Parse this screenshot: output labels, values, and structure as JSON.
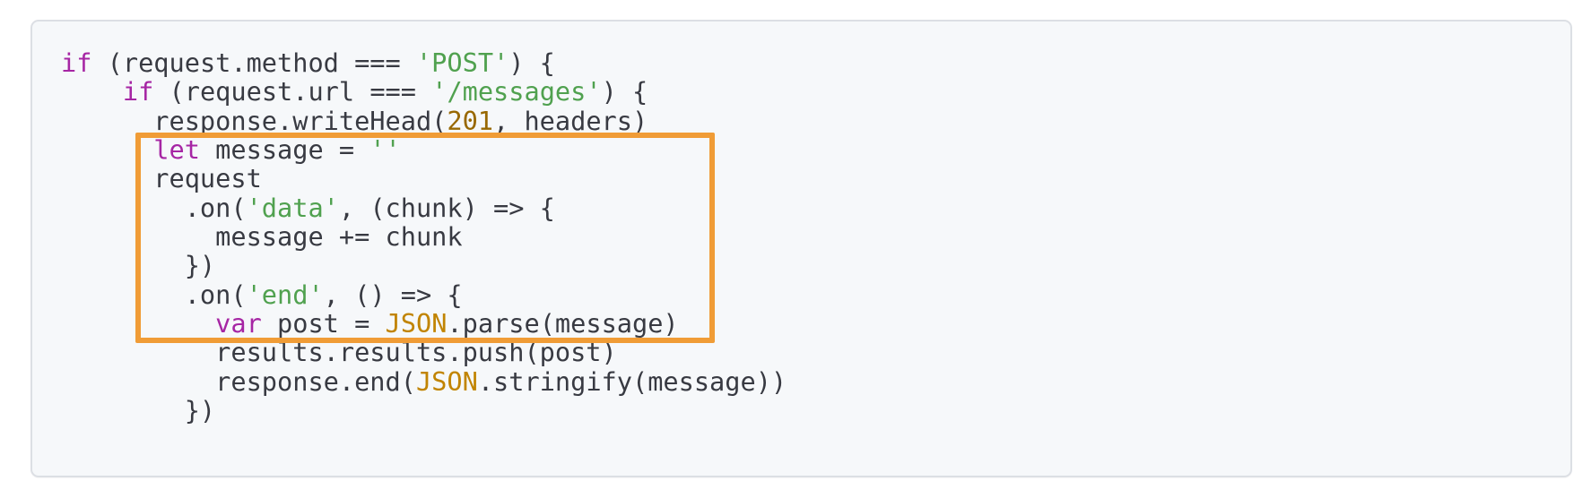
{
  "page": {
    "background": "#ffffff"
  },
  "code_block": {
    "language": "javascript",
    "background": "#f6f8fa",
    "border_color": "#dcdfe4",
    "palette": {
      "keyword": "#a626a4",
      "string": "#50a14f",
      "number": "#986801",
      "class": "#c18401",
      "plain": "#383a42"
    },
    "lines": [
      [
        {
          "type": "keyword",
          "text": "if"
        },
        {
          "type": "plain",
          "text": " (request.method === "
        },
        {
          "type": "string",
          "text": "'POST'"
        },
        {
          "type": "plain",
          "text": ") {"
        }
      ],
      [
        {
          "type": "plain",
          "text": "    "
        },
        {
          "type": "keyword",
          "text": "if"
        },
        {
          "type": "plain",
          "text": " (request.url === "
        },
        {
          "type": "string",
          "text": "'/messages'"
        },
        {
          "type": "plain",
          "text": ") {"
        }
      ],
      [
        {
          "type": "plain",
          "text": "      response.writeHead("
        },
        {
          "type": "number",
          "text": "201"
        },
        {
          "type": "plain",
          "text": ", headers)"
        }
      ],
      [
        {
          "type": "plain",
          "text": "      "
        },
        {
          "type": "keyword",
          "text": "let"
        },
        {
          "type": "plain",
          "text": " message = "
        },
        {
          "type": "string",
          "text": "''"
        }
      ],
      [
        {
          "type": "plain",
          "text": "      request"
        }
      ],
      [
        {
          "type": "plain",
          "text": "        .on("
        },
        {
          "type": "string",
          "text": "'data'"
        },
        {
          "type": "plain",
          "text": ", (chunk) => {"
        }
      ],
      [
        {
          "type": "plain",
          "text": "          message += chunk"
        }
      ],
      [
        {
          "type": "plain",
          "text": "        })"
        }
      ],
      [
        {
          "type": "plain",
          "text": "        .on("
        },
        {
          "type": "string",
          "text": "'end'"
        },
        {
          "type": "plain",
          "text": ", () => {"
        }
      ],
      [
        {
          "type": "plain",
          "text": "          "
        },
        {
          "type": "keyword",
          "text": "var"
        },
        {
          "type": "plain",
          "text": " post = "
        },
        {
          "type": "class",
          "text": "JSON"
        },
        {
          "type": "plain",
          "text": ".parse(message)"
        }
      ],
      [
        {
          "type": "plain",
          "text": "          results.results.push(post)"
        }
      ],
      [
        {
          "type": "plain",
          "text": "          response.end("
        },
        {
          "type": "class",
          "text": "JSON"
        },
        {
          "type": "plain",
          "text": ".stringify(message))"
        }
      ],
      [
        {
          "type": "plain",
          "text": "        })"
        }
      ]
    ]
  },
  "annotation": {
    "shape": "rectangle",
    "color": "#f09c36",
    "first_highlighted_line": 4,
    "last_highlighted_line": 10
  }
}
